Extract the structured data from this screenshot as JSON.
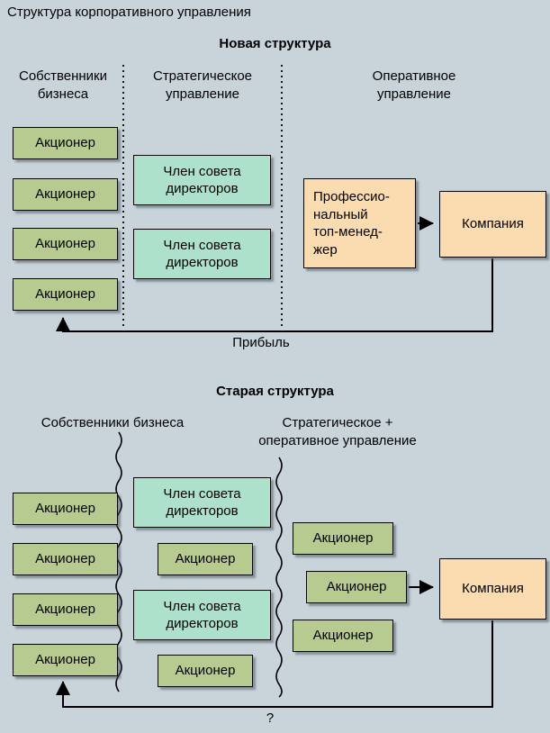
{
  "page_title": "Структура корпоративного управления",
  "colors": {
    "background": "#c8d3da",
    "shareholder": "#b7cb90",
    "board": "#aee1cc",
    "company": "#fbdcb0"
  },
  "new_structure": {
    "section_title": "Новая структура",
    "column_headers": [
      "Собственники\nбизнеса",
      "Стратегическое\nуправление",
      "Оперативное\nуправление"
    ],
    "shareholders": [
      "Акционер",
      "Акционер",
      "Акционер",
      "Акционер"
    ],
    "board_members": [
      "Член совета\nдиректоров",
      "Член совета\nдиректоров"
    ],
    "manager": "Профессио-\nнальный\nтоп-менед-\nжер",
    "company": "Компания",
    "profit_label": "Прибыль"
  },
  "old_structure": {
    "section_title": "Старая структура",
    "owners_header": "Собственники бизнеса",
    "management_header": "Стратегическое +\nоперативное управление",
    "left_shareholders": [
      "Акционер",
      "Акционер",
      "Акционер",
      "Акционер"
    ],
    "middle_items": [
      "Член совета\nдиректоров",
      "Акционер",
      "Член совета\nдиректоров",
      "Акционер"
    ],
    "right_shareholders": [
      "Акционер",
      "Акционер",
      "Акционер"
    ],
    "company": "Компания",
    "question_label": "?"
  }
}
